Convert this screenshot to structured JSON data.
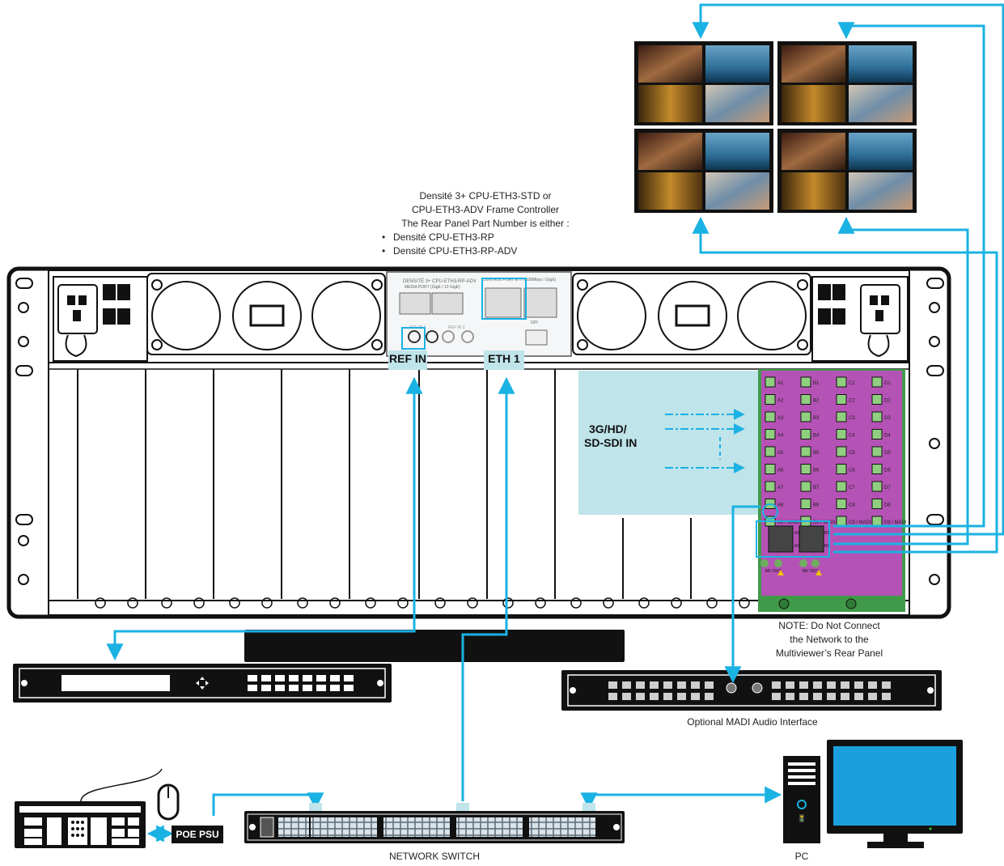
{
  "cpu_note": {
    "line1": "Densité 3+ CPU-ETH3-STD or",
    "line2": "CPU-ETH3-ADV Frame Controller",
    "line3": "The Rear Panel Part Number is either :",
    "bullets": [
      "Densité CPU-ETH3-RP",
      "Densité CPU-ETH3-RP-ADV"
    ]
  },
  "port_labels": {
    "ref_in": "REF IN",
    "eth1": "ETH 1"
  },
  "sdi_label": {
    "line1": "3G/HD/",
    "line2": "SD-SDI IN"
  },
  "network_note": {
    "line1": "NOTE: Do Not Connect",
    "line2": "the Network to the",
    "line3": "Multiviewer’s Rear Panel"
  },
  "madi_label": "Optional MADI Audio Interface",
  "poe_psu_label": "POE PSU",
  "switch_label": "NETWORK SWITCH",
  "pc_label": "PC",
  "cpu_panel": {
    "title": "DENSITÉ 3+ CPU-ETH3-RP-ADV",
    "media_port": "MEDIA PORT (GigE / 10 GigE)",
    "control_port": "CONTROL PORT ETH (100Mbps / GigE)",
    "ref_in1": "REF IN 1",
    "ref_in2": "REF IN 2",
    "gpi": "GPI"
  },
  "mv_connectors": {
    "columns": [
      [
        "A1",
        "A2",
        "A3",
        "A4",
        "A5",
        "A6",
        "A7",
        "A8",
        "A9 / MADI"
      ],
      [
        "B1",
        "B2",
        "B3",
        "B4",
        "B5",
        "B6",
        "B7",
        "B8",
        "B9 / MADI"
      ],
      [
        "C1",
        "C2",
        "C3",
        "C4",
        "C5",
        "C6",
        "C7",
        "C8",
        "C9 / MADI"
      ],
      [
        "D1",
        "D2",
        "D3",
        "D4",
        "D5",
        "D6",
        "D7",
        "D8",
        "D9 / MADI"
      ]
    ],
    "outputs": [
      "MV OUT",
      "MV OUT"
    ],
    "hdmi": [
      "A2",
      "A1",
      "B2",
      "B1"
    ]
  },
  "colors": {
    "cable": "#1ab2e3",
    "highlight": "#bfe4ea",
    "card": "#b552b5",
    "card_green": "#3f9a49",
    "frame": "#111111"
  },
  "icons": [
    "monitor-icon",
    "arrow-icon",
    "keyboard-icon",
    "mouse-icon",
    "pc-tower-icon"
  ]
}
